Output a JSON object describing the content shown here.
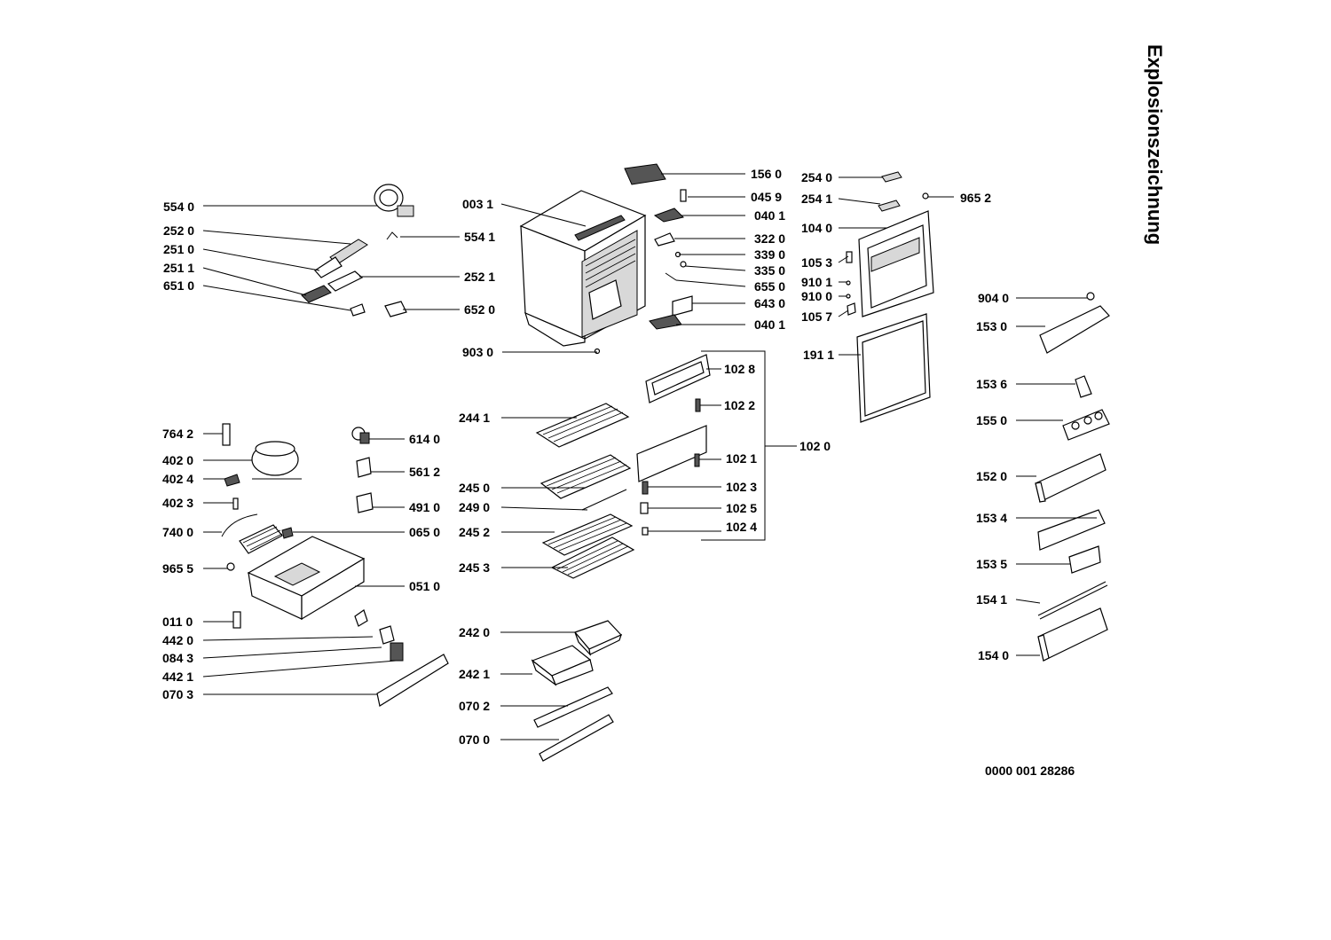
{
  "title": "Explosionszeichnung",
  "drawing_number": "0000 001 28286",
  "callouts": [
    {
      "id": "c5540",
      "label": "554 0"
    },
    {
      "id": "c2520",
      "label": "252 0"
    },
    {
      "id": "c2510",
      "label": "251 0"
    },
    {
      "id": "c2511",
      "label": "251 1"
    },
    {
      "id": "c6510",
      "label": "651 0"
    },
    {
      "id": "c0031",
      "label": "003 1"
    },
    {
      "id": "c5541",
      "label": "554 1"
    },
    {
      "id": "c2521",
      "label": "252 1"
    },
    {
      "id": "c6520",
      "label": "652 0"
    },
    {
      "id": "c9030",
      "label": "903 0"
    },
    {
      "id": "c1560",
      "label": "156 0"
    },
    {
      "id": "c0459",
      "label": "045 9"
    },
    {
      "id": "c0401a",
      "label": "040 1"
    },
    {
      "id": "c3220",
      "label": "322 0"
    },
    {
      "id": "c3390",
      "label": "339 0"
    },
    {
      "id": "c3350",
      "label": "335 0"
    },
    {
      "id": "c6550",
      "label": "655 0"
    },
    {
      "id": "c6430",
      "label": "643 0"
    },
    {
      "id": "c0401b",
      "label": "040 1"
    },
    {
      "id": "c2540",
      "label": "254 0"
    },
    {
      "id": "c2541",
      "label": "254 1"
    },
    {
      "id": "c9652",
      "label": "965 2"
    },
    {
      "id": "c1040",
      "label": "104 0"
    },
    {
      "id": "c1053",
      "label": "105 3"
    },
    {
      "id": "c9101",
      "label": "910 1"
    },
    {
      "id": "c9100",
      "label": "910 0"
    },
    {
      "id": "c1057",
      "label": "105 7"
    },
    {
      "id": "c9040",
      "label": "904 0"
    },
    {
      "id": "c1530",
      "label": "153 0"
    },
    {
      "id": "c1911",
      "label": "191 1"
    },
    {
      "id": "c1028",
      "label": "102 8"
    },
    {
      "id": "c1022",
      "label": "102 2"
    },
    {
      "id": "c1021",
      "label": "102 1"
    },
    {
      "id": "c1023",
      "label": "102 3"
    },
    {
      "id": "c1025",
      "label": "102 5"
    },
    {
      "id": "c1024",
      "label": "102 4"
    },
    {
      "id": "c1020",
      "label": "102 0"
    },
    {
      "id": "c2441",
      "label": "244 1"
    },
    {
      "id": "c2450",
      "label": "245 0"
    },
    {
      "id": "c2490",
      "label": "249 0"
    },
    {
      "id": "c2452",
      "label": "245 2"
    },
    {
      "id": "c2453",
      "label": "245 3"
    },
    {
      "id": "c2420",
      "label": "242 0"
    },
    {
      "id": "c2421",
      "label": "242 1"
    },
    {
      "id": "c0702",
      "label": "070 2"
    },
    {
      "id": "c0700",
      "label": "070 0"
    },
    {
      "id": "c7642",
      "label": "764 2"
    },
    {
      "id": "c4020",
      "label": "402 0"
    },
    {
      "id": "c4024",
      "label": "402 4"
    },
    {
      "id": "c4023",
      "label": "402 3"
    },
    {
      "id": "c7400",
      "label": "740 0"
    },
    {
      "id": "c9655",
      "label": "965 5"
    },
    {
      "id": "c0110",
      "label": "011 0"
    },
    {
      "id": "c4420",
      "label": "442 0"
    },
    {
      "id": "c0843",
      "label": "084 3"
    },
    {
      "id": "c4421",
      "label": "442 1"
    },
    {
      "id": "c0703",
      "label": "070 3"
    },
    {
      "id": "c6140",
      "label": "614 0"
    },
    {
      "id": "c5612",
      "label": "561 2"
    },
    {
      "id": "c4910",
      "label": "491 0"
    },
    {
      "id": "c0650",
      "label": "065 0"
    },
    {
      "id": "c0510",
      "label": "051 0"
    },
    {
      "id": "c1536",
      "label": "153 6"
    },
    {
      "id": "c1550",
      "label": "155 0"
    },
    {
      "id": "c1520",
      "label": "152 0"
    },
    {
      "id": "c1534",
      "label": "153 4"
    },
    {
      "id": "c1535",
      "label": "153 5"
    },
    {
      "id": "c1541",
      "label": "154 1"
    },
    {
      "id": "c1540",
      "label": "154 0"
    }
  ]
}
